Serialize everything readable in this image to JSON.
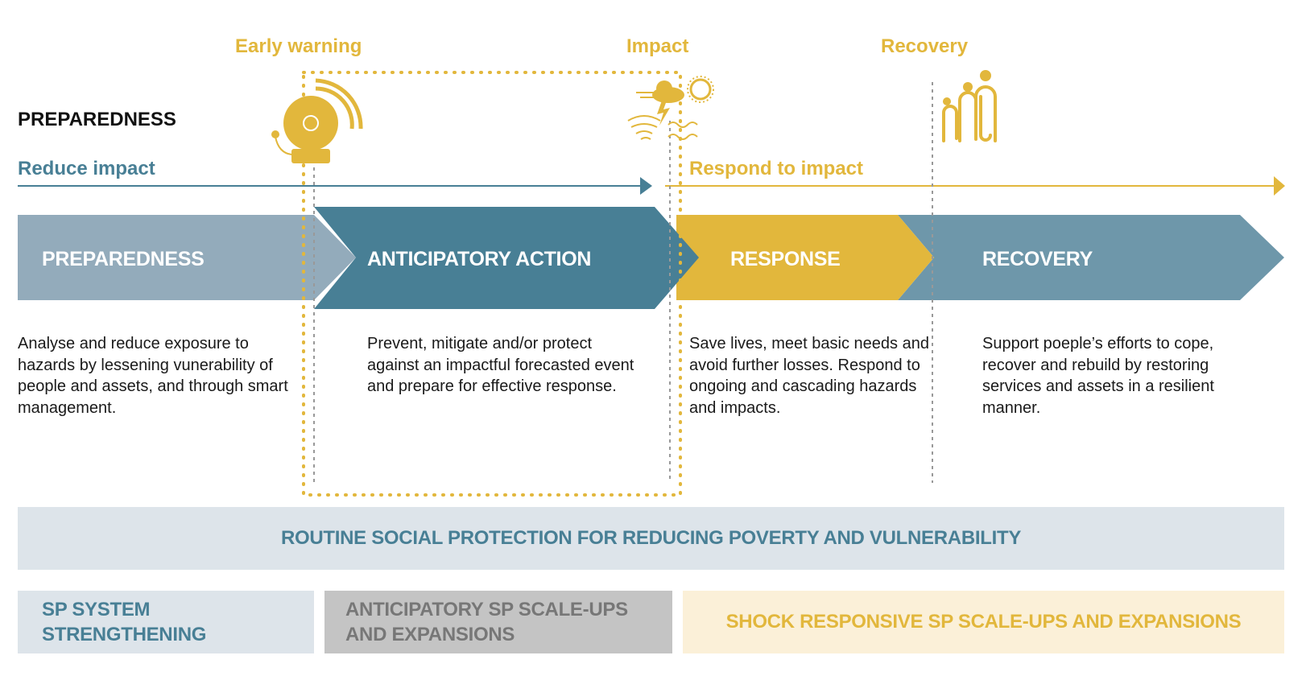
{
  "phases": {
    "early_warning": "Early warning",
    "impact": "Impact",
    "recovery": "Recovery"
  },
  "header": {
    "preparedness": "PREPAREDNESS",
    "reduce_impact": "Reduce impact",
    "respond_to_impact": "Respond to impact"
  },
  "bands": [
    {
      "label": "PREPAREDNESS",
      "description": "Analyse and reduce exposure to hazards by lessening vunerability of people and assets, and through smart management."
    },
    {
      "label": "ANTICIPATORY ACTION",
      "description": "Prevent, mitigate and/or protect against an impactful forecasted event and prepare for effective response."
    },
    {
      "label": "RESPONSE",
      "description": "Save lives, meet basic needs and avoid further losses. Respond to ongoing and cascading hazards and impacts."
    },
    {
      "label": "RECOVERY",
      "description": "Support poeple’s efforts to cope, recover and rebuild by restoring services and assets in a  resilient manner."
    }
  ],
  "routine": "ROUTINE SOCIAL PROTECTION FOR REDUCING POVERTY AND VULNERABILITY",
  "bottom_boxes": [
    "SP SYSTEM STRENGTHENING",
    "ANTICIPATORY SP SCALE-UPS AND EXPANSIONS",
    "SHOCK RESPONSIVE SP SCALE-UPS AND EXPANSIONS"
  ],
  "colors": {
    "gold": "#e2b73c",
    "teal": "#487f95",
    "light_blue": "#93abbb",
    "recovery": "#6e97aa",
    "routine_bg": "#dde4ea",
    "grey_box": "#c4c4c4",
    "cream": "#fbf0d8"
  }
}
